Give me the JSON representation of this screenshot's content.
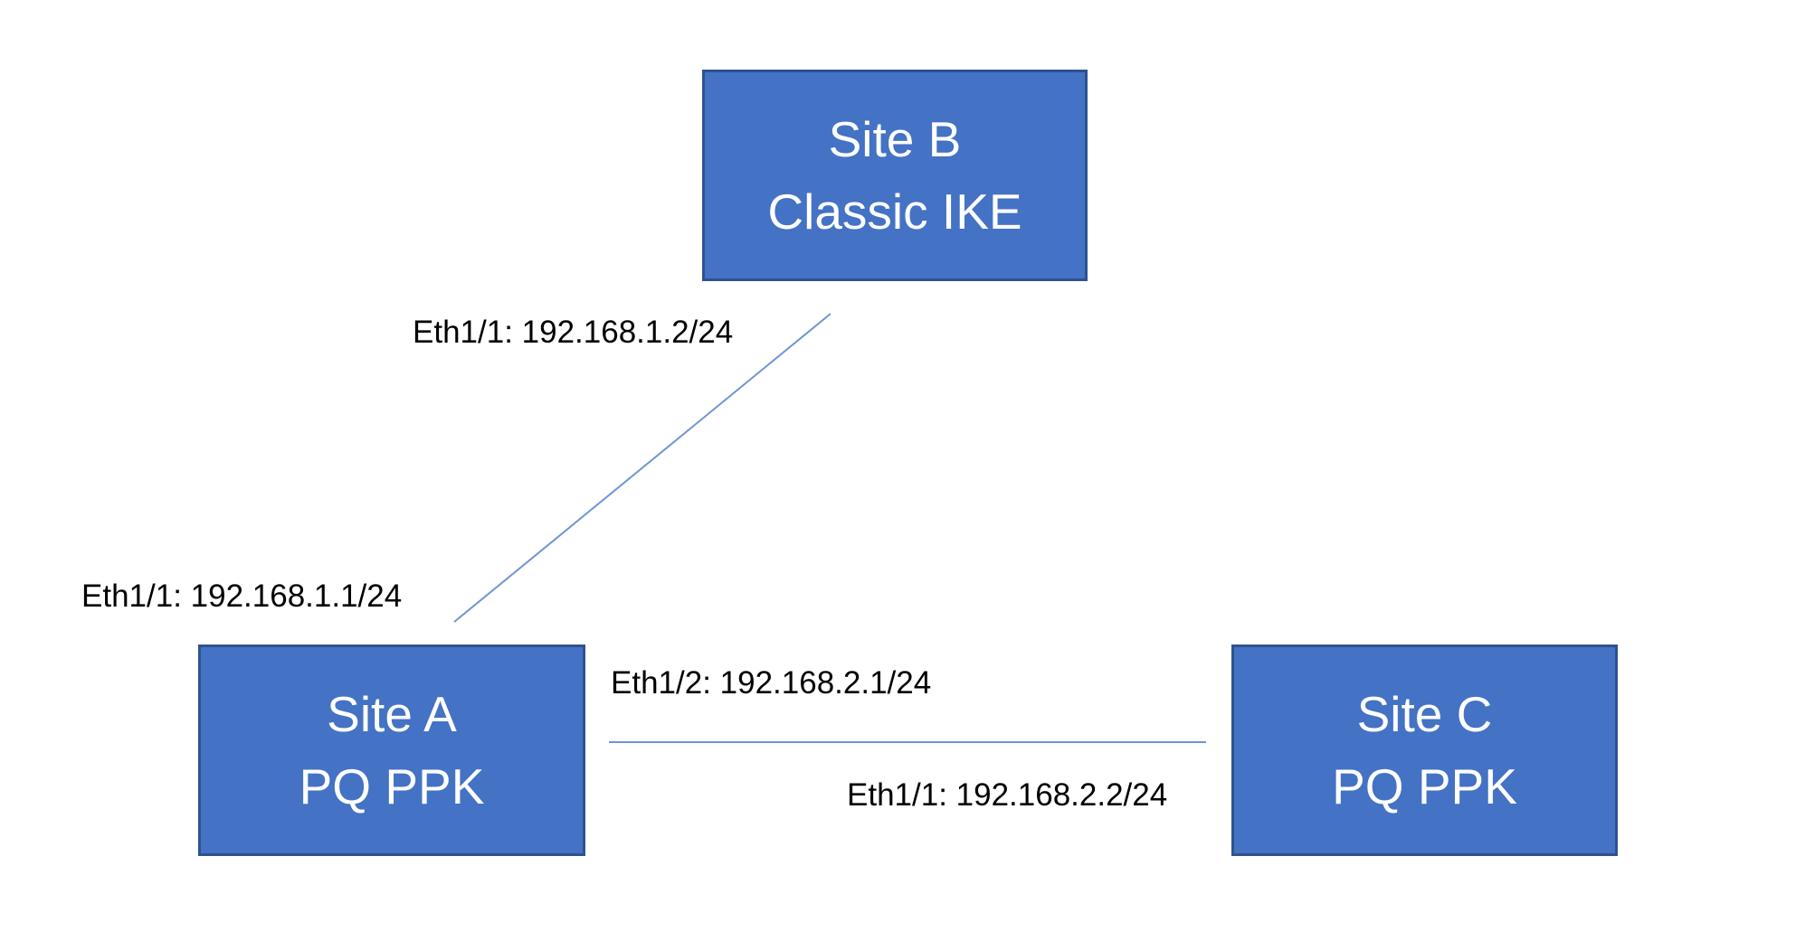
{
  "sites": {
    "b": {
      "name": "Site B",
      "mode": "Classic IKE"
    },
    "a": {
      "name": "Site A",
      "mode": "PQ PPK"
    },
    "c": {
      "name": "Site C",
      "mode": "PQ PPK"
    }
  },
  "interfaces": {
    "b_eth11": "Eth1/1: 192.168.1.2/24",
    "a_eth11": "Eth1/1: 192.168.1.1/24",
    "a_eth12": "Eth1/2: 192.168.2.1/24",
    "c_eth11": "Eth1/1: 192.168.2.2/24"
  },
  "colors": {
    "site_fill": "#4472c4",
    "site_border": "#2f528f",
    "link": "#6f95d4"
  }
}
